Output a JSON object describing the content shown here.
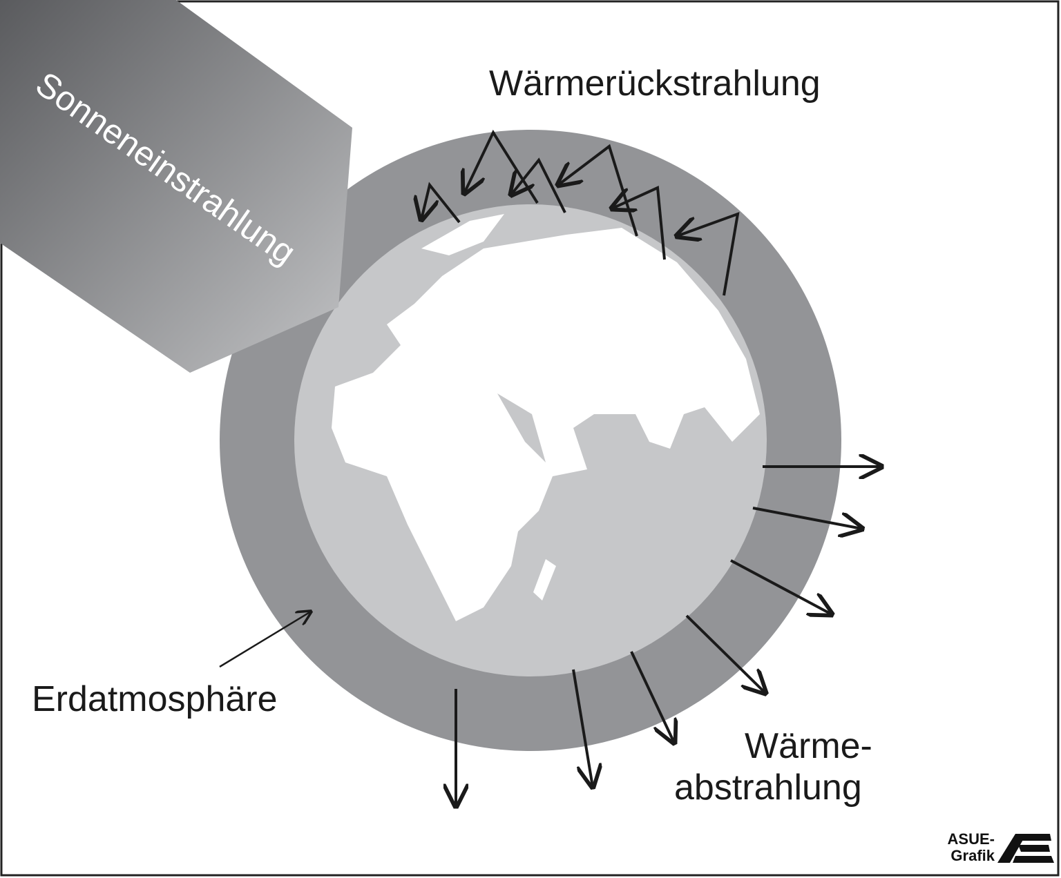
{
  "labels": {
    "incoming": "Sonneneinstrahlung",
    "back_radiation": "Wärmerückstrahlung",
    "atmosphere": "Erdatmosphäre",
    "outgoing_line1": "Wärme-",
    "outgoing_line2": "abstrahlung"
  },
  "logo": {
    "line1": "ASUE-",
    "line2": "Grafik"
  },
  "colors": {
    "atmosphere": "#939497",
    "globe": "#c6c7c9",
    "land": "#ffffff",
    "arrows": "#1a1a1a"
  }
}
